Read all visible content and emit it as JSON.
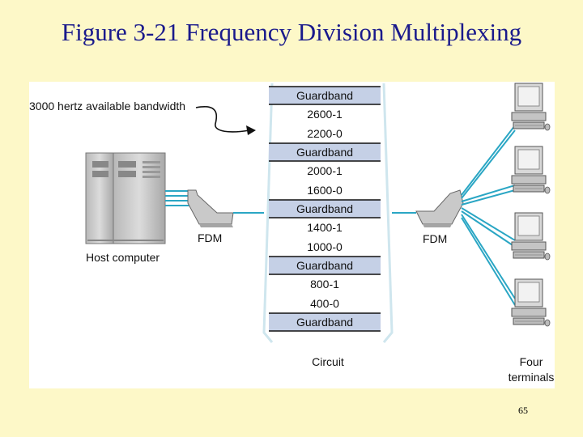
{
  "slide": {
    "title": "Figure 3-21 Frequency Division Multiplexing",
    "page_number": "65"
  },
  "diagram": {
    "bandwidth_label": "3000 hertz available bandwidth",
    "host_label": "Host computer",
    "fdm_left_label": "FDM",
    "fdm_right_label": "FDM",
    "circuit_label": "Circuit",
    "terminals_label_line1": "Four",
    "terminals_label_line2": "terminals",
    "bands": [
      {
        "kind": "guard",
        "label": "Guardband"
      },
      {
        "kind": "chan",
        "label": "2600-1"
      },
      {
        "kind": "chan",
        "label": "2200-0"
      },
      {
        "kind": "guard",
        "label": "Guardband"
      },
      {
        "kind": "chan",
        "label": "2000-1"
      },
      {
        "kind": "chan",
        "label": "1600-0"
      },
      {
        "kind": "guard",
        "label": "Guardband"
      },
      {
        "kind": "chan",
        "label": "1400-1"
      },
      {
        "kind": "chan",
        "label": "1000-0"
      },
      {
        "kind": "guard",
        "label": "Guardband"
      },
      {
        "kind": "chan",
        "label": "800-1"
      },
      {
        "kind": "chan",
        "label": "400-0"
      },
      {
        "kind": "guard",
        "label": "Guardband"
      }
    ],
    "colors": {
      "guardband_fill": "#c5d0e6",
      "line": "#2aa6c4",
      "device": "#c9c9c9"
    }
  }
}
